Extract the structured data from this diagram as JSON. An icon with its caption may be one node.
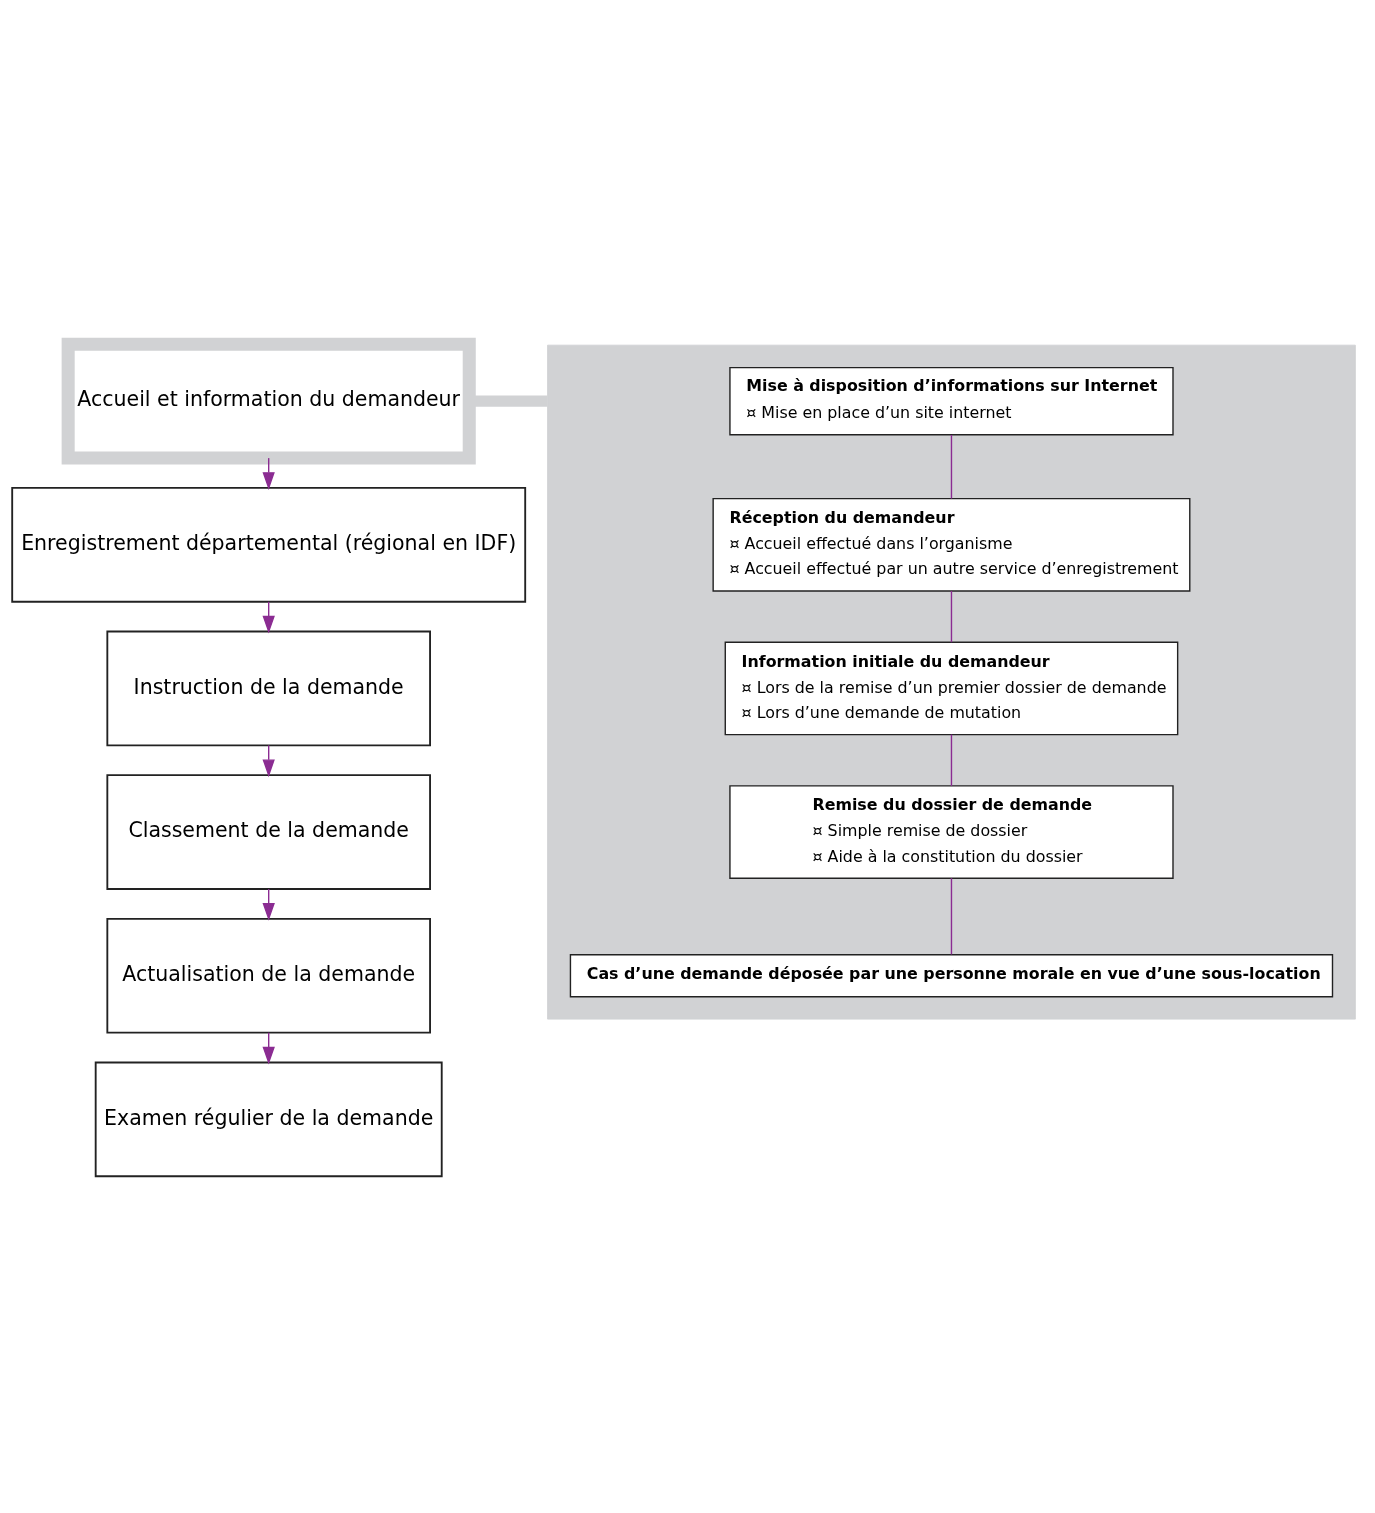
{
  "diagram": {
    "nodes": [
      {
        "text": [
          "Accueil et information du demandeur"
        ]
      },
      {
        "text": [],
        "shape": "box"
      },
      {
        "text": [
          "Mise à disposition d’informations sur Internet",
          "¤ Mise en place d’un site internet"
        ],
        "in": 1
      },
      {
        "text": [
          "Réception du demandeur",
          "¤ Accueil effectué dans l’organisme",
          "¤ Accueil effectué par un autre service d’enregistrement"
        ],
        "in": 1
      },
      {
        "text": [
          "Information initiale du demandeur",
          "¤ Lors de la remise d’un premier dossier de demande",
          "¤ Lors d’une demande de mutation"
        ],
        "in": 1
      },
      {
        "text": [
          "Remise du dossier de demande",
          "¤ Simple remise de dossier",
          "¤ Aide à la constitution du dossier"
        ],
        "in": 1
      },
      {
        "text": [
          "Cas d’une demande déposée par une personne morale en vue d’une sous-location"
        ],
        "in": 1
      },
      {
        "text": [
          "Enregistrement départemental (régional en IDF)"
        ]
      },
      {
        "text": [
          "Instruction de la demande"
        ]
      },
      {
        "text": [
          "Classement de la demande"
        ]
      },
      {
        "text": [
          "Actualisation de la demande"
        ]
      },
      {
        "text": [
          "Examen régulier de la demande"
        ]
      }
    ],
    "edges": [
      {
        "from": 0,
        "to": 1,
        "arrow": "none",
        "style": "thick",
        "color": "#d1d2d4"
      },
      {
        "from": 2,
        "to": 3,
        "arrow": "none"
      },
      {
        "from": 3,
        "to": 4,
        "arrow": "none"
      },
      {
        "from": 4,
        "to": 5,
        "arrow": "none"
      },
      {
        "from": 5,
        "to": 6,
        "arrow": "none"
      },
      {
        "from": 0,
        "to": 7,
        "arrow": "to"
      },
      {
        "from": 7,
        "to": 8,
        "arrow": "to"
      },
      {
        "from": 8,
        "to": 9,
        "arrow": "to"
      },
      {
        "from": 9,
        "to": 10,
        "arrow": "to"
      },
      {
        "from": 10,
        "to": 11,
        "arrow": "to"
      }
    ]
  }
}
